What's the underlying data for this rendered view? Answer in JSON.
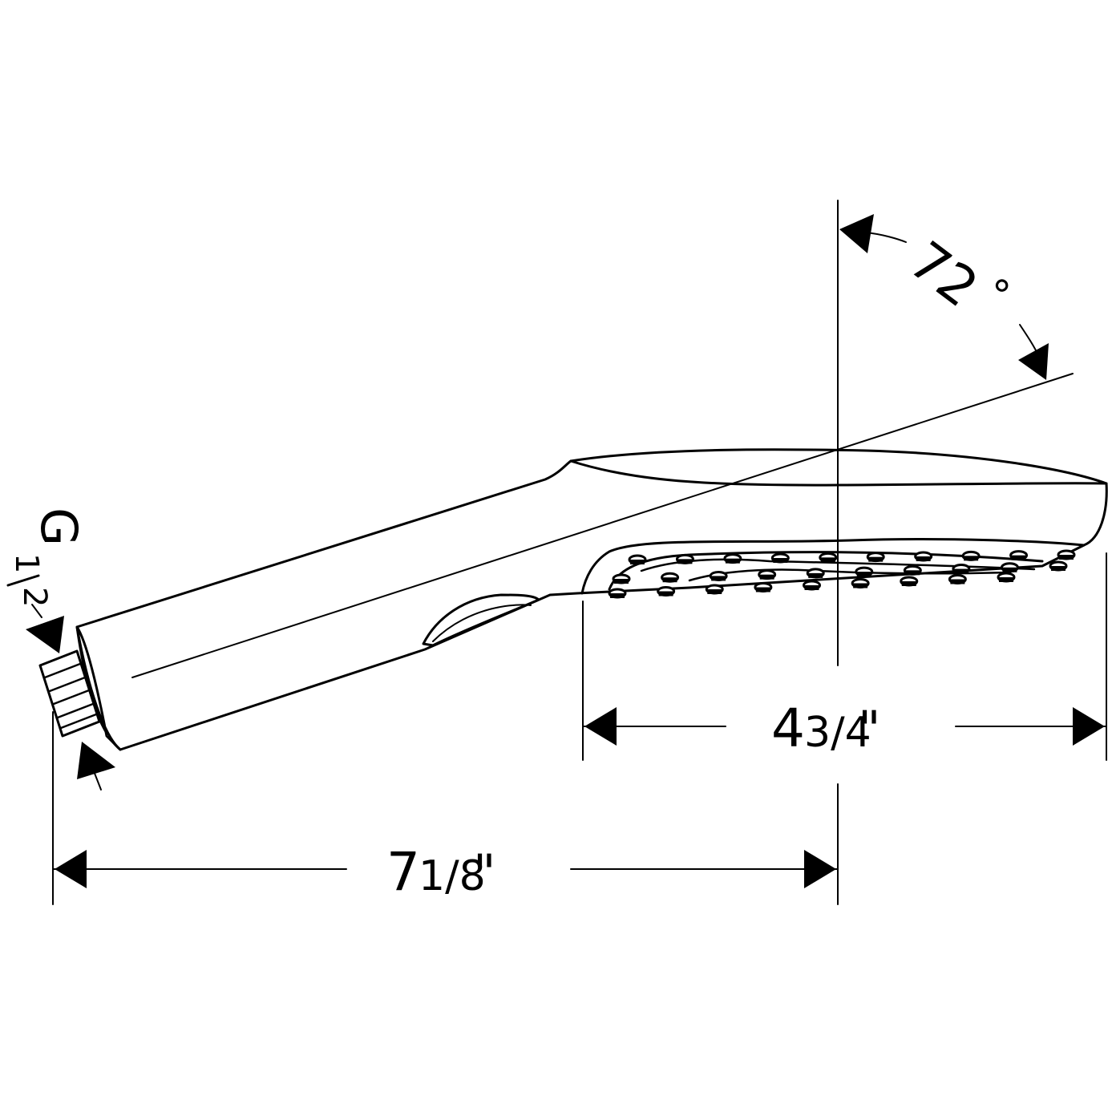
{
  "dimensions": {
    "thread": {
      "main": "G",
      "fraction_num": "1",
      "fraction_den": "2"
    },
    "angle": {
      "value": "72",
      "unit": "°"
    },
    "head_length": {
      "whole": "4",
      "fraction": "3/4",
      "unit": "\""
    },
    "total_length": {
      "whole": "7",
      "fraction": "1/8",
      "unit": "\""
    }
  },
  "colors": {
    "line": "#000000",
    "background": "#ffffff"
  }
}
